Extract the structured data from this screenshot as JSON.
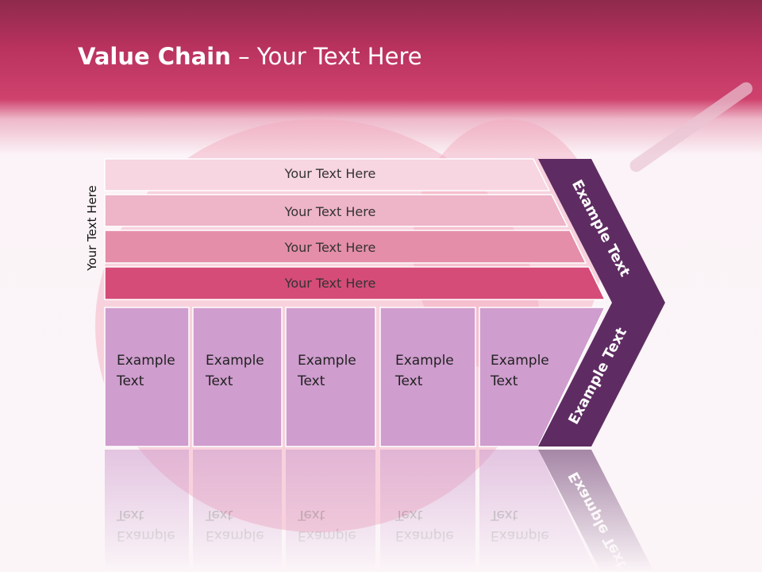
{
  "title": {
    "bold": "Value Chain",
    "rest": " – Your Text Here"
  },
  "side_label": "Your Text Here",
  "support_rows": [
    "Your Text Here",
    "Your Text Here",
    "Your Text Here",
    "Your Text Here"
  ],
  "primary_lines": [
    [
      "Example",
      "Text"
    ],
    [
      "Example",
      "Text"
    ],
    [
      "Example",
      "Text"
    ],
    [
      "Example",
      "Text"
    ],
    [
      "Example",
      "Text"
    ]
  ],
  "arrow_labels": {
    "top": "Example Text",
    "bottom": "Example Text"
  },
  "colors": {
    "header": "#c43a68",
    "row1": "#f7d5e1",
    "row2": "#eeb4c8",
    "row3": "#e58ea9",
    "row4": "#d54c78",
    "primary": "#cf9dce",
    "arrow": "#5e2c62"
  }
}
